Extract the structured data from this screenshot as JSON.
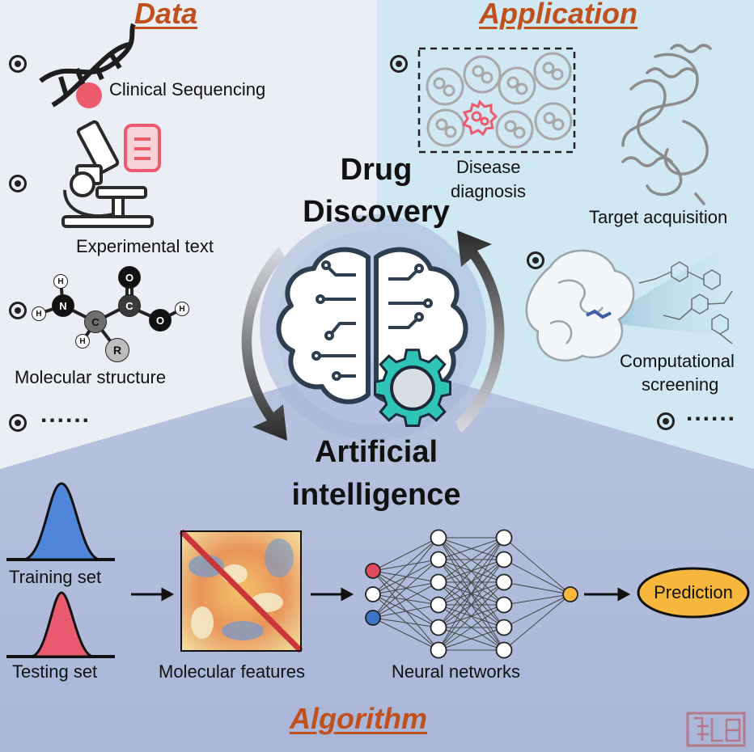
{
  "sections": {
    "data": "Data",
    "application": "Application",
    "algorithm": "Algorithm"
  },
  "center": {
    "top_title_line1": "Drug",
    "top_title_line2": "Discovery",
    "bottom_title_line1": "Artificial",
    "bottom_title_line2": "intelligence"
  },
  "data_items": {
    "clinical": "Clinical Sequencing",
    "experimental": "Experimental text",
    "molecular": "Molecular structure",
    "more": "......"
  },
  "molecule": {
    "h": "H",
    "n": "N",
    "c": "C",
    "o": "O",
    "r": "R"
  },
  "application_items": {
    "disease_line1": "Disease",
    "disease_line2": "diagnosis",
    "target": "Target acquisition",
    "screening_line1": "Computational",
    "screening_line2": "screening",
    "more": "......"
  },
  "algorithm_items": {
    "training": "Training set",
    "testing": "Testing set",
    "features": "Molecular features",
    "networks": "Neural networks",
    "prediction": "Prediction"
  },
  "colors": {
    "section_title": "#c0501c",
    "training_curve": "#4f86d9",
    "testing_curve": "#ea5a6e",
    "gear": "#2ec4b6",
    "prediction_fill": "#f6b73c",
    "input_red": "#e04a5f",
    "input_blue": "#3f74c8",
    "output_node": "#f6b73c"
  }
}
